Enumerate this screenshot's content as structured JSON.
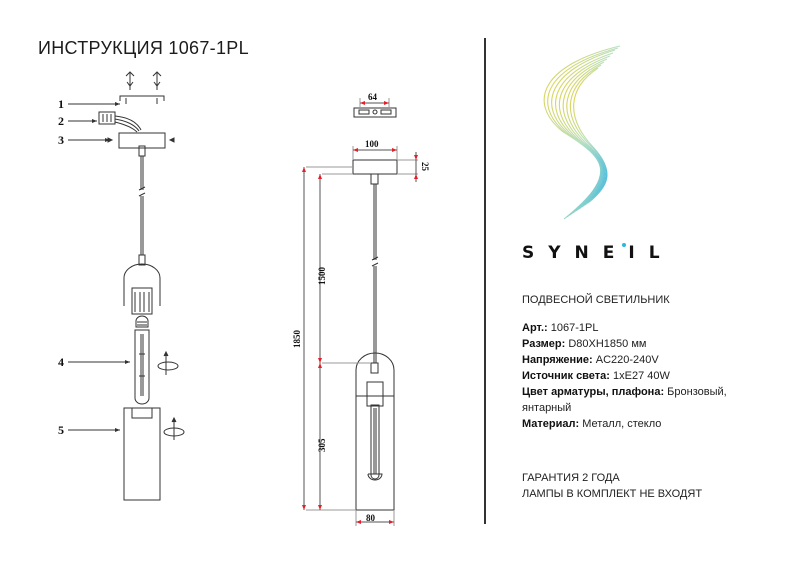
{
  "header": {
    "title": "ИНСТРУКЦИЯ 1067-1PL"
  },
  "assembly_diagram": {
    "callouts": [
      {
        "number": "1",
        "part": "mounting-bracket-with-screws"
      },
      {
        "number": "2",
        "part": "terminal-block"
      },
      {
        "number": "3",
        "part": "ceiling-canopy"
      },
      {
        "number": "4",
        "part": "bulb"
      },
      {
        "number": "5",
        "part": "shade"
      }
    ]
  },
  "dimension_drawing": {
    "bracket_width": "64",
    "canopy_width": "100",
    "canopy_height": "25",
    "cable_length": "1500",
    "total_height": "1850",
    "shade_height": "305",
    "shade_diameter": "80",
    "dimension_color": "#e0202a"
  },
  "brand": {
    "name": "SYNEIL",
    "logo_colors": [
      "#e4d23a",
      "#a8d8b0",
      "#3fb8e0"
    ],
    "dot_color": "#2bb8e0"
  },
  "product": {
    "type": "ПОДВЕСНОЙ СВЕТИЛЬНИК",
    "specs": [
      {
        "label": "Арт.:",
        "value": "1067-1PL"
      },
      {
        "label": "Размер:",
        "value": "D80XH1850 мм"
      },
      {
        "label": "Напряжение:",
        "value": "AC220-240V"
      },
      {
        "label": "Источник света:",
        "value": "1xE27 40W"
      },
      {
        "label": "Цвет арматуры, плафона:",
        "value": "Бронзовый, янтарный"
      },
      {
        "label": "Материал:",
        "value": "Металл, стекло"
      }
    ]
  },
  "footer": {
    "warranty": "ГАРАНТИЯ 2 ГОДА",
    "lamps_note": "ЛАМПЫ В КОМПЛЕКТ НЕ ВХОДЯТ"
  }
}
